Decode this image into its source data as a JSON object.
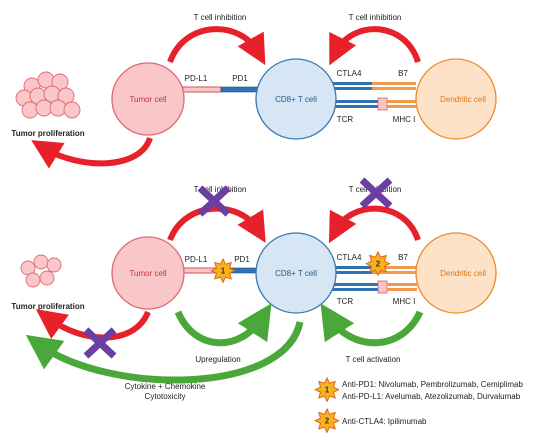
{
  "colors": {
    "tumor_fill": "#f9c6c9",
    "tumor_stroke": "#e06a73",
    "tumor_text": "#c8333d",
    "tcell_fill": "#d6e6f4",
    "tcell_stroke": "#3b78ad",
    "dendritic_fill": "#fde2c7",
    "dendritic_stroke": "#f08a2a",
    "dendritic_text": "#e07412",
    "inhibit_arrow": "#e8202a",
    "activate_arrow": "#4aa83a",
    "cross": "#6a3fa0",
    "badge_fill": "#f7b21b",
    "badge_stroke": "#e0641a"
  },
  "icons": {
    "cross": "purple-x-icon",
    "badge_1": "starburst-1-icon",
    "badge_2": "starburst-2-icon"
  },
  "top_panel": {
    "inhibition_left": "T cell inhibition",
    "inhibition_right": "T cell inhibition",
    "tumor_cell": "Tumor cell",
    "tcell": "CD8+ T cell",
    "dendritic_cell": "Dendritic cell",
    "pdl1": "PD-L1",
    "pd1": "PD1",
    "ctla4": "CTLA4",
    "b7": "B7",
    "tcr": "TCR",
    "mhc": "MHC I",
    "proliferation": "Tumor proliferation"
  },
  "bottom_panel": {
    "inhibition_left": "T cell inhibition",
    "inhibition_right": "T cell inhibition",
    "tumor_cell": "Tumor cell",
    "tcell": "CD8+ T cell",
    "dendritic_cell": "Dendritic cell",
    "pdl1": "PD-L1",
    "pd1": "PD1",
    "ctla4": "CTLA4",
    "b7": "B7",
    "tcr": "TCR",
    "mhc": "MHC I",
    "proliferation": "Tumor proliferation",
    "upregulation": "Upregulation",
    "activation": "T cell activation",
    "cytokine_line1": "Cytokine + Chemokine",
    "cytokine_line2": "Cytotoxicity",
    "badge_1": "1",
    "badge_2": "2"
  },
  "legend": {
    "badge_1": "1",
    "badge_2": "2",
    "anti_pd1": "Anti-PD1: Nivolumab, Pembrolizumab, Cemiplimab",
    "anti_pdl1": "Anti-PD-L1: Avelumab, Atezolizumab, Durvalumab",
    "anti_ctla4": "Anti-CTLA4: Ipilimumab"
  }
}
